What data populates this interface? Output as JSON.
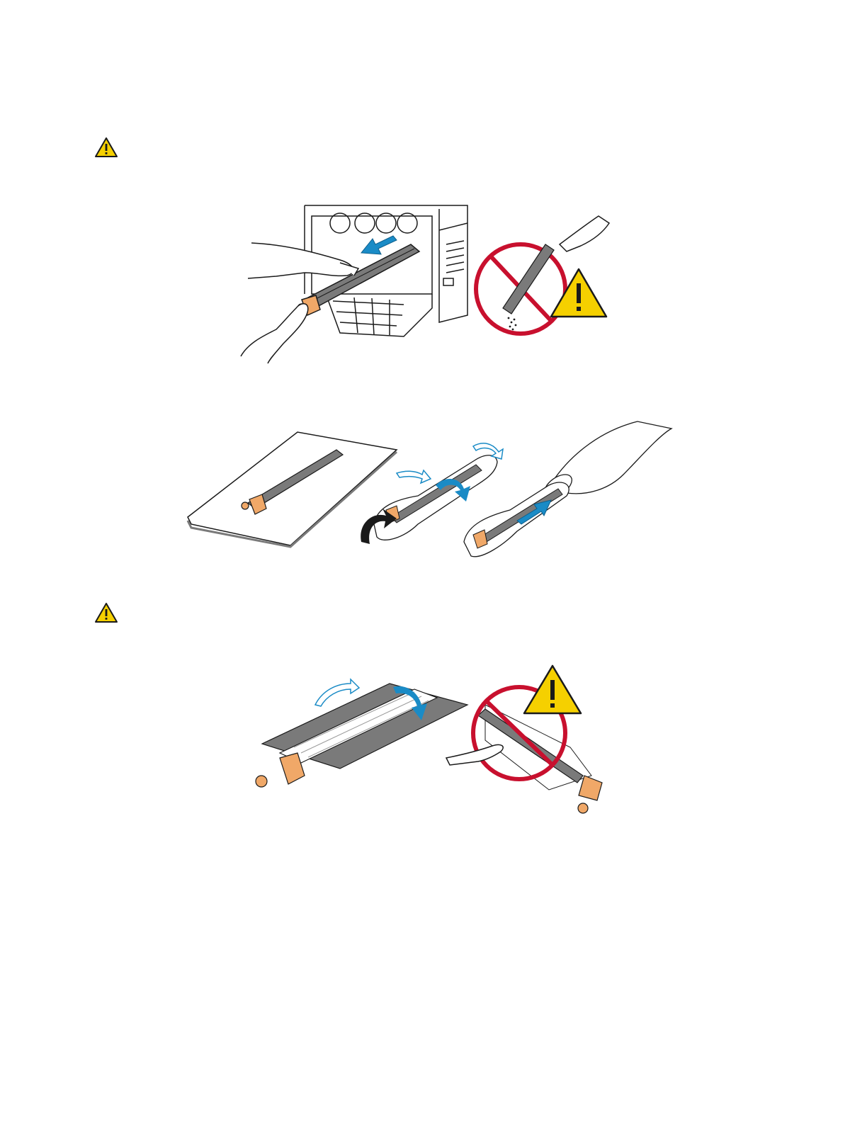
{
  "page": {
    "background": "#ffffff"
  },
  "colors": {
    "caution_yellow": "#f5d000",
    "prohibit_red": "#c8102e",
    "arrow_blue": "#1a8bc6",
    "knob_orange": "#f0a868",
    "line": "#1a1a1a",
    "shade": "#7a7a7a"
  },
  "icons": {
    "caution_1": "warning-triangle-icon",
    "caution_2": "warning-triangle-icon"
  },
  "figures": [
    {
      "name": "remove-drum-from-printer-figure"
    },
    {
      "name": "bag-drum-cartridge-figure"
    },
    {
      "name": "do-not-touch-drum-surface-figure"
    }
  ]
}
